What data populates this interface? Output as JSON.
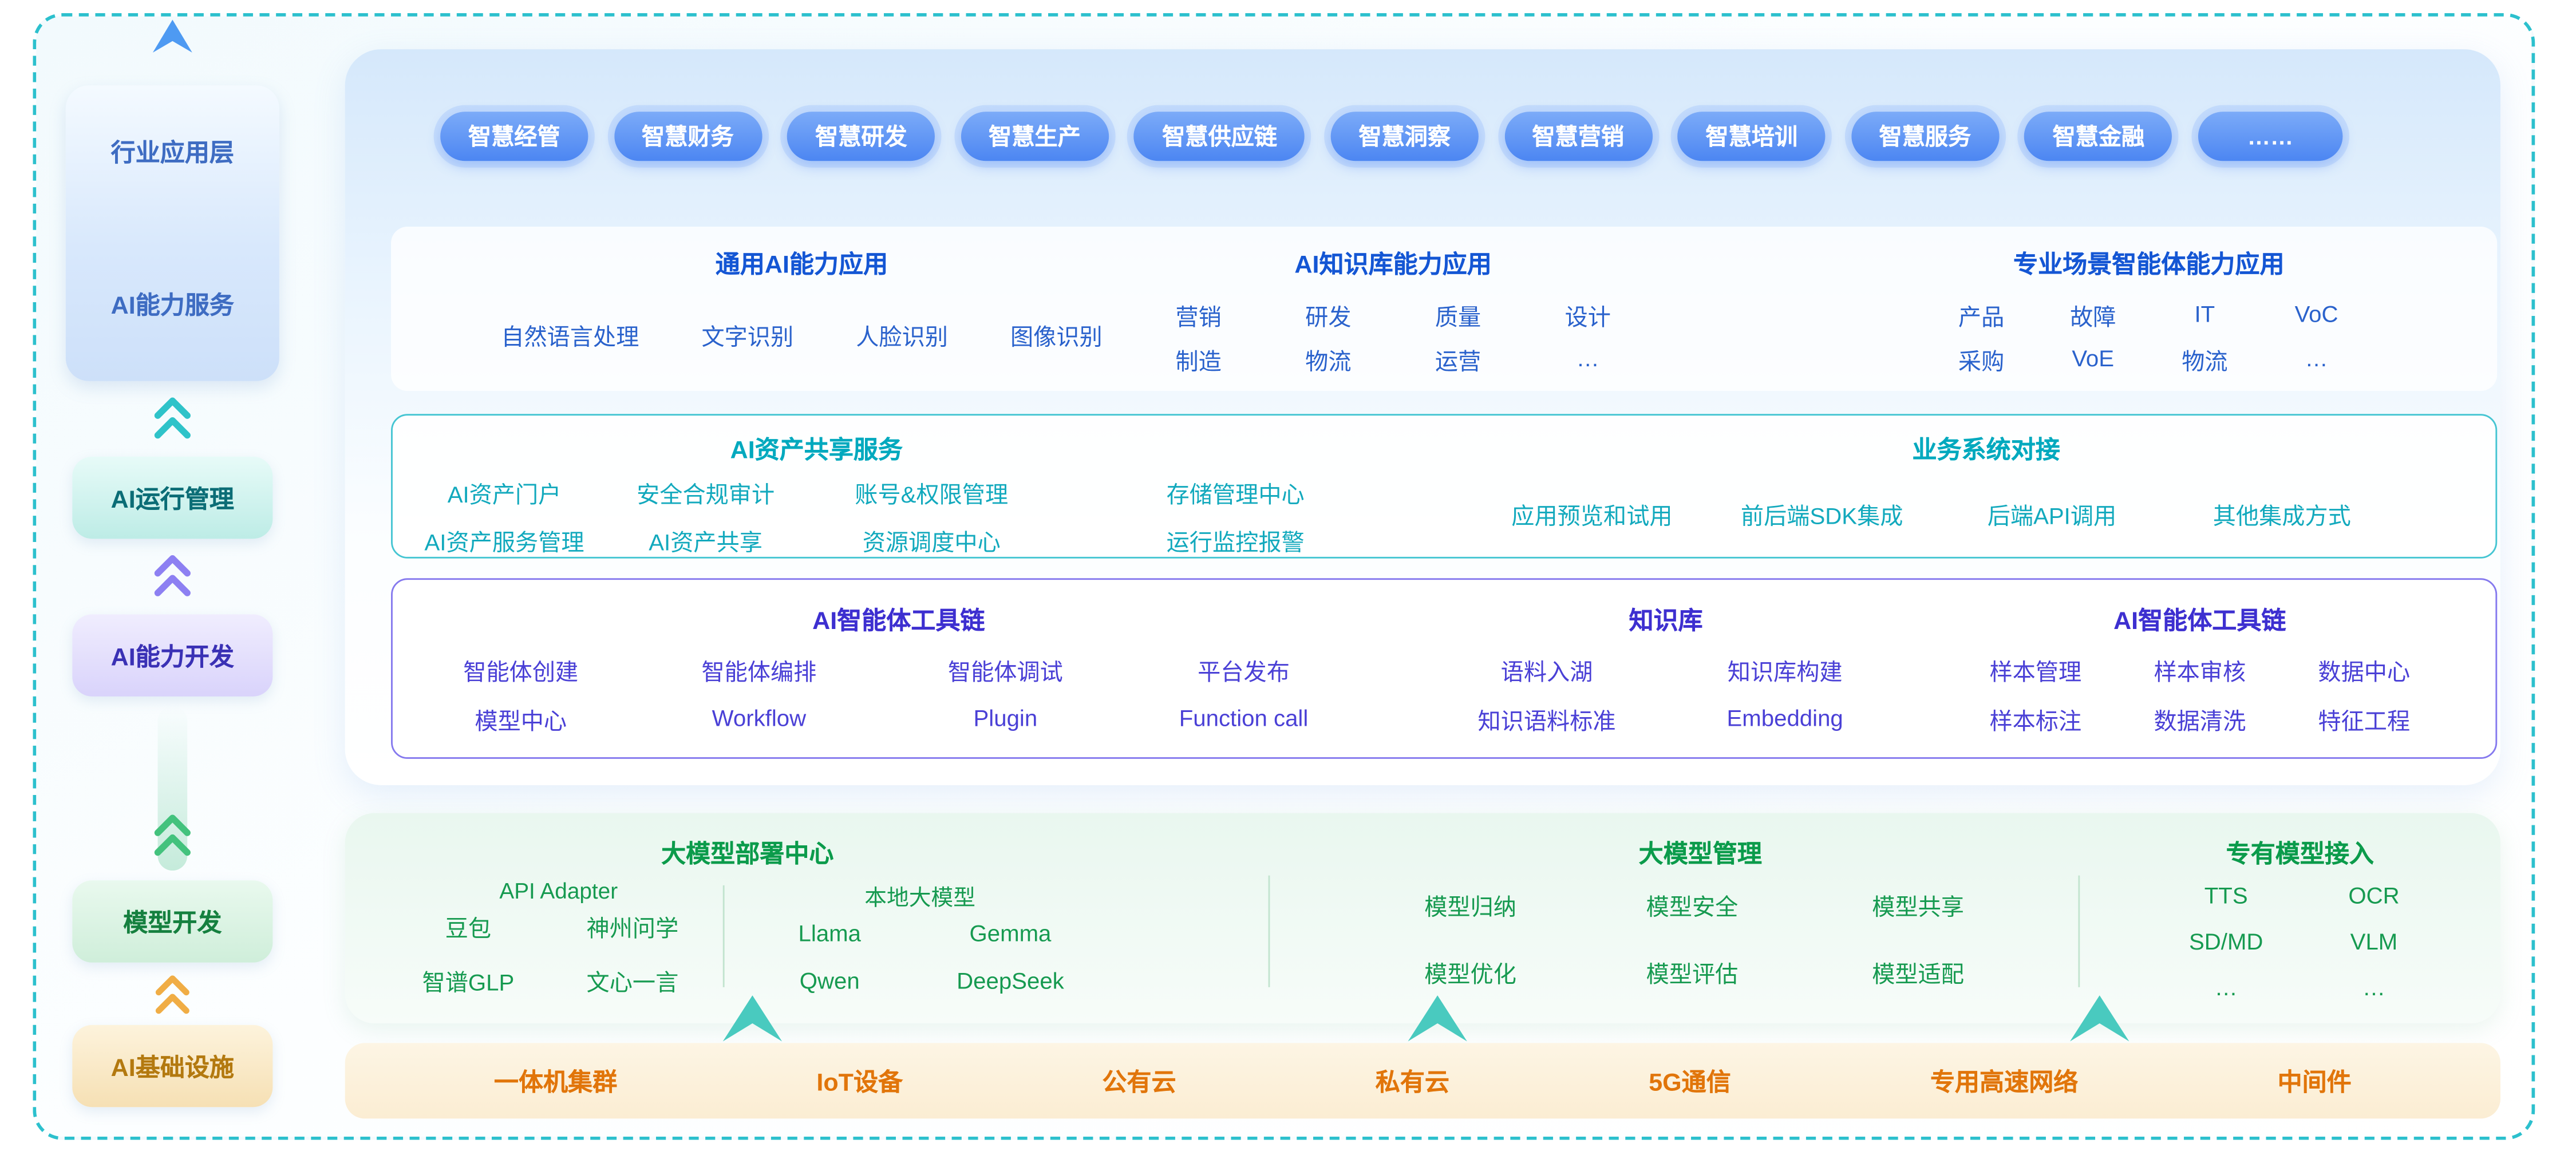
{
  "sidebar": {
    "layers": [
      {
        "label": "行业应用层"
      },
      {
        "label": "AI能力服务"
      },
      {
        "label": "AI运行管理"
      },
      {
        "label": "AI能力开发"
      },
      {
        "label": "模型开发"
      },
      {
        "label": "AI基础设施"
      }
    ]
  },
  "pills": [
    "智慧经管",
    "智慧财务",
    "智慧研发",
    "智慧生产",
    "智慧供应链",
    "智慧洞察",
    "智慧营销",
    "智慧培训",
    "智慧服务",
    "智慧金融",
    "……"
  ],
  "capability_panel": {
    "general": {
      "title": "通用AI能力应用",
      "items": [
        "自然语言处理",
        "文字识别",
        "人脸识别",
        "图像识别"
      ]
    },
    "knowledge": {
      "title": "AI知识库能力应用",
      "rows": [
        [
          "营销",
          "研发",
          "质量",
          "设计"
        ],
        [
          "制造",
          "物流",
          "运营",
          "…"
        ]
      ]
    },
    "scene": {
      "title": "专业场景智能体能力应用",
      "rows": [
        [
          "产品",
          "故障",
          "IT",
          "VoC"
        ],
        [
          "采购",
          "VoE",
          "物流",
          "…"
        ]
      ]
    }
  },
  "asset_panel": {
    "share": {
      "title": "AI资产共享服务",
      "rows": [
        [
          "AI资产门户",
          "安全合规审计",
          "账号&权限管理",
          "存储管理中心"
        ],
        [
          "AI资产服务管理",
          "AI资产共享",
          "资源调度中心",
          "运行监控报警"
        ]
      ]
    },
    "integration": {
      "title": "业务系统对接",
      "items": [
        "应用预览和试用",
        "前后端SDK集成",
        "后端API调用",
        "其他集成方式"
      ]
    }
  },
  "tool_panel": {
    "agent": {
      "title": "AI智能体工具链",
      "rows": [
        [
          "智能体创建",
          "智能体编排",
          "智能体调试",
          "平台发布"
        ],
        [
          "模型中心",
          "Workflow",
          "Plugin",
          "Function call"
        ]
      ]
    },
    "kb": {
      "title": "知识库",
      "rows": [
        [
          "语料入湖",
          "知识库构建"
        ],
        [
          "知识语料标准",
          "Embedding"
        ]
      ]
    },
    "data": {
      "title": "AI智能体工具链",
      "rows": [
        [
          "样本管理",
          "样本审核",
          "数据中心"
        ],
        [
          "样本标注",
          "数据清洗",
          "特征工程"
        ]
      ]
    }
  },
  "model_panel": {
    "deploy": {
      "title": "大模型部署中心",
      "api_label": "API Adapter",
      "api_models": [
        [
          "豆包",
          "神州问学"
        ],
        [
          "智谱GLP",
          "文心一言"
        ]
      ],
      "local_label": "本地大模型",
      "local_models": [
        [
          "Llama",
          "Gemma"
        ],
        [
          "Qwen",
          "DeepSeek"
        ]
      ]
    },
    "manage": {
      "title": "大模型管理",
      "rows": [
        [
          "模型归纳",
          "模型安全",
          "模型共享"
        ],
        [
          "模型优化",
          "模型评估",
          "模型适配"
        ]
      ]
    },
    "proprietary": {
      "title": "专有模型接入",
      "rows": [
        [
          "TTS",
          "OCR"
        ],
        [
          "SD/MD",
          "VLM"
        ],
        [
          "…",
          "…"
        ]
      ]
    }
  },
  "infra": {
    "items": [
      "一体机集群",
      "IoT设备",
      "公有云",
      "私有云",
      "5G通信",
      "专用高速网络",
      "中间件"
    ]
  },
  "colors": {
    "frame-teal": "#2cc0cd",
    "blue-header": "#1456d4",
    "blue-text": "#2a62cc",
    "teal-header": "#00a9be",
    "teal-text": "#12a9bd",
    "purple-header": "#3d2fd0",
    "purple-text": "#4a40d6",
    "green-header": "#0b9b4b",
    "green-text": "#169a50",
    "orange-text": "#e1750a"
  }
}
